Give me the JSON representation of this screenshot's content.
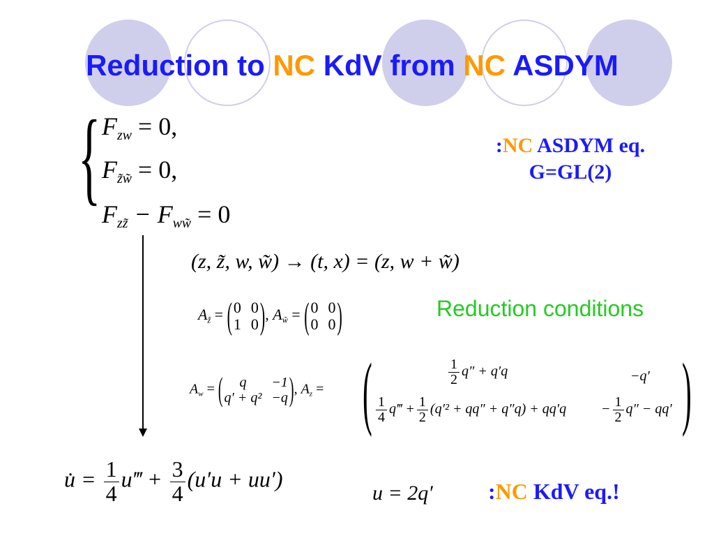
{
  "title": {
    "part1": "Reduction to ",
    "nc1": "NC",
    "part2": " KdV from ",
    "nc2": "NC",
    "part3": " ASDYM"
  },
  "system_equations": {
    "eq1": "F",
    "eq1_sub": "zw",
    "eq1_rhs": " = 0,",
    "eq2": "F",
    "eq2_sub": "z̃w̃",
    "eq2_rhs": " = 0,",
    "eq3a": "F",
    "eq3a_sub": "zz̃",
    "eq3_mid": " − F",
    "eq3b_sub": "ww̃",
    "eq3_rhs": " = 0"
  },
  "asdym_label": {
    "prefix": ":",
    "nc": "NC",
    "rest": " ASDYM eq.",
    "group": "G=GL(2)"
  },
  "coordinate_map": "(z, z̃, w, w̃) → (t, x) = (z, w + w̃)",
  "reduction_label": "Reduction conditions",
  "a_matrices": {
    "az_tilde_lhs": "A",
    "az_tilde_sub": "z̃",
    "az_tilde": [
      "0",
      "0",
      "1",
      "0"
    ],
    "aw_tilde_lhs": "A",
    "aw_tilde_sub": "w̃",
    "aw_tilde": [
      "0",
      "0",
      "0",
      "0"
    ],
    "eq": " = ",
    "sep": ", "
  },
  "aw_az": {
    "aw_lhs": "A",
    "aw_sub": "w",
    "aw": [
      "q",
      "−1",
      "q′ + q²",
      "−q"
    ],
    "az_lhs": "A",
    "az_sub": "z",
    "az_11_rest": "q″ + q′q",
    "az_12": "−q′",
    "az_21_a": "q‴ +",
    "az_21_b": "(q′² + qq″ + q″q) + qq′q",
    "az_22_a": "−",
    "az_22_b": "q″ − qq′"
  },
  "kdv_equation": {
    "lhs": "u̇ = ",
    "t1": "u‴ + ",
    "t2": "(u′u + uu′)",
    "frac1_num": "1",
    "frac1_den": "4",
    "frac2_num": "3",
    "frac2_den": "4"
  },
  "u_relation": "u = 2q′",
  "kdv_label": {
    "prefix": ":",
    "nc": "NC",
    "rest": " KdV eq.!"
  },
  "colors": {
    "title_blue": "#1a1aff",
    "nc_orange": "#ff9900",
    "reduction_green": "#22cc22",
    "circle_lavender": "#cfcfeb"
  }
}
